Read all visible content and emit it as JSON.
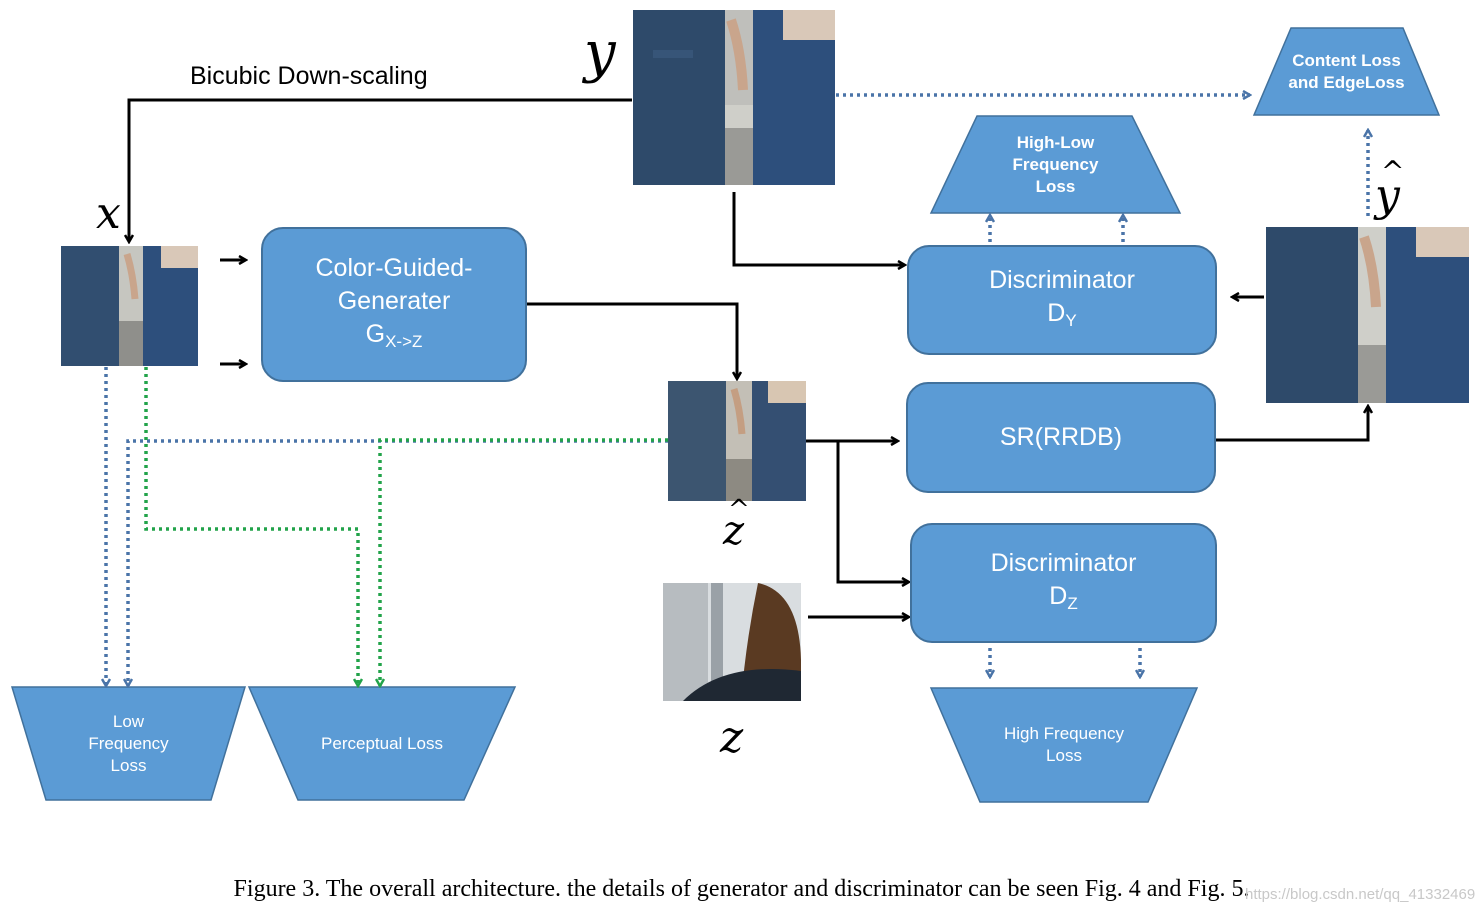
{
  "figure": {
    "caption": "Figure 3. The overall architecture. the details of generator and discriminator can be seen Fig. 4 and Fig. 5.",
    "watermark": "https://blog.csdn.net/qq_41332469"
  },
  "labels": {
    "downscaling": "Bicubic Down-scaling"
  },
  "variables": {
    "y": "y",
    "x": "x",
    "z_hat": "z",
    "z": "z",
    "y_hat": "y",
    "hat_glyph": "^"
  },
  "boxes": {
    "generator": {
      "line1": "Color-Guided-",
      "line2": "Generater",
      "symbol": "G",
      "subscript": "X->Z"
    },
    "disc_y": {
      "line1": "Discriminator",
      "symbol": "D",
      "subscript": "Y"
    },
    "sr": {
      "line1": "SR(RRDB)"
    },
    "disc_z": {
      "line1": "Discriminator",
      "symbol": "D",
      "subscript": "Z"
    }
  },
  "losses": {
    "content": "Content Loss\nand EdgeLoss",
    "high_low": "High-Low\nFrequency\nLoss",
    "low_freq": "Low\nFrequency\nLoss",
    "perceptual": "Perceptual Loss",
    "high_freq": "High Frequency\nLoss"
  },
  "colors": {
    "box_fill": "#5b9bd5",
    "box_border": "#41719c",
    "arrow_solid": "#000000",
    "arrow_blue_dotted": "#4a74a8",
    "arrow_green_dotted": "#22a34a"
  }
}
